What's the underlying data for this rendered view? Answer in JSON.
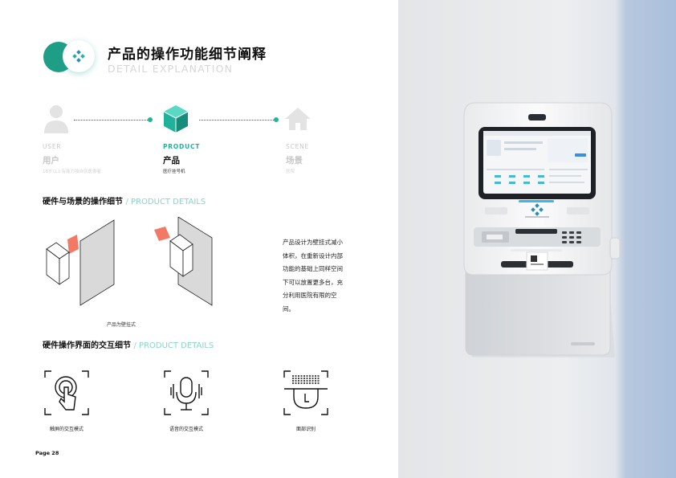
{
  "header": {
    "title": "产品的操作功能细节阐释",
    "subtitle": "DETAIL EXPLANATION"
  },
  "flow": [
    {
      "en": "USER",
      "cn": "用户",
      "desc": "18岁以上有能力独自就医患者",
      "icon": "user-icon",
      "active": false
    },
    {
      "en": "PRODUCT",
      "cn": "产品",
      "desc": "医疗挂号机",
      "icon": "cube-icon",
      "active": true
    },
    {
      "en": "SCENE",
      "cn": "场景",
      "desc": "医院",
      "icon": "house-icon",
      "active": false
    }
  ],
  "section1": {
    "title": "硬件与场景的操作细节",
    "slash": "/ PRODUCT DETAILS",
    "caption": "产品为壁挂式"
  },
  "paragraph": "产品设计为壁挂式减小体积，在重新设计内部功能的基础上同样空间下可以放置更多台，充分利用医院有限的空间。",
  "section2": {
    "title": "硬件操作界面的交互细节",
    "slash": "/ PRODUCT DETAILS"
  },
  "interactions": [
    {
      "label": "触屏的交互模式",
      "icon": "touch-icon"
    },
    {
      "label": "语音的交互模式",
      "icon": "microphone-icon"
    },
    {
      "label": "面部识别",
      "icon": "face-scan-icon"
    }
  ],
  "page": "Page 28",
  "colors": {
    "accent": "#1fb29b",
    "accent_dark": "#1f9e86",
    "arrow": "#f06a55",
    "photo_blue": "#a9bfdc"
  }
}
